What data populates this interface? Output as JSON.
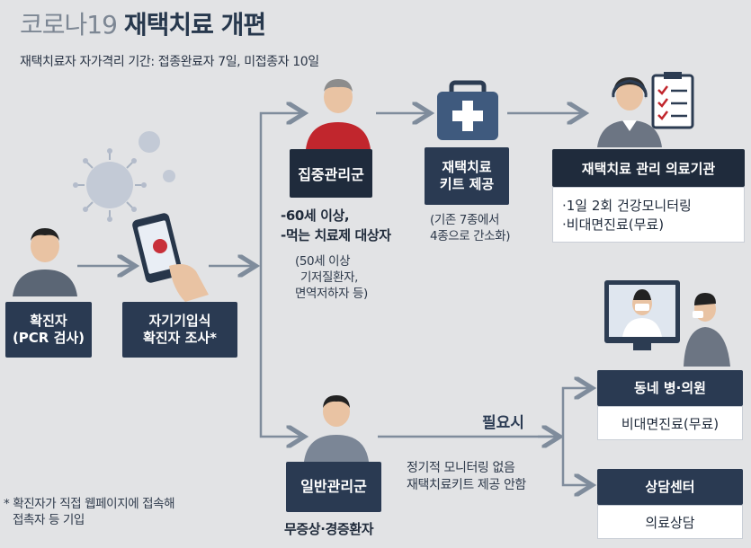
{
  "title": {
    "light": "코로나19",
    "bold": "재택치료 개편"
  },
  "subtitle": "재택치료자 자가격리 기간: 접종완료자 7일, 미접종자 10일",
  "nodes": {
    "confirmed": {
      "line1": "확진자",
      "line2": "(PCR 검사)"
    },
    "self_survey": {
      "line1": "자기기입식",
      "line2": "확진자 조사*"
    },
    "intensive": {
      "label": "집중관리군",
      "criteria": [
        "-60세 이상,",
        "-먹는 치료제 대상자"
      ],
      "note": [
        "(50세 이상",
        "기저질환자,",
        "면역저하자 등)"
      ]
    },
    "kit": {
      "line1": "재택치료",
      "line2": "키트 제공",
      "note": [
        "(기존 7종에서",
        "4종으로 간소화)"
      ]
    },
    "institution": {
      "label": "재택치료 관리 의료기관",
      "items": [
        "·1일 2회 건강모니터링",
        "·비대면진료(무료)"
      ]
    },
    "general": {
      "label": "일반관리군",
      "sublabel": "무증상·경증환자",
      "when_needed": "필요시",
      "note": [
        "정기적 모니터링 없음",
        "재택치료키트 제공 안함"
      ]
    },
    "clinic": {
      "label": "동네 병·의원",
      "item": "비대면진료(무료)"
    },
    "consult": {
      "label": "상담센터",
      "item": "의료상담"
    }
  },
  "footnote": [
    "* 확진자가 직접 웹페이지에 접속해",
    "접촉자 등 기입"
  ],
  "colors": {
    "navy": "#2a3a52",
    "arrow": "#7f8c9c",
    "background": "#e2e3e5",
    "accent_red": "#b5242b"
  }
}
